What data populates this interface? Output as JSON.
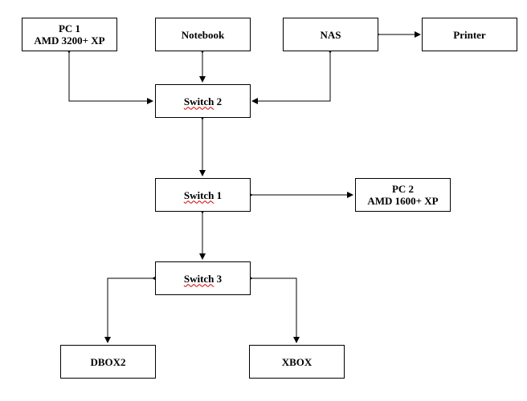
{
  "diagram": {
    "type": "network-topology",
    "nodes": {
      "pc1": {
        "line1": "PC 1",
        "line2": "AMD 3200+ XP"
      },
      "notebook": {
        "line1": "Notebook"
      },
      "nas": {
        "line1": "NAS"
      },
      "printer": {
        "line1": "Printer"
      },
      "switch2": {
        "word": "Switch",
        "num": " 2"
      },
      "switch1": {
        "word": "Switch",
        "num": " 1"
      },
      "pc2": {
        "line1": "PC 2",
        "line2": "AMD 1600+ XP"
      },
      "switch3": {
        "word": "Switch",
        "num": " 3"
      },
      "dbox2": {
        "line1": "DBOX2"
      },
      "xbox": {
        "line1": "XBOX"
      }
    },
    "edges": [
      {
        "from": "PC 1",
        "to": "Switch 2",
        "bidirectional": true
      },
      {
        "from": "Notebook",
        "to": "Switch 2",
        "bidirectional": true
      },
      {
        "from": "NAS",
        "to": "Switch 2",
        "bidirectional": true
      },
      {
        "from": "NAS",
        "to": "Printer",
        "bidirectional": true
      },
      {
        "from": "Switch 2",
        "to": "Switch 1",
        "bidirectional": true
      },
      {
        "from": "Switch 1",
        "to": "PC 2",
        "bidirectional": true
      },
      {
        "from": "Switch 1",
        "to": "Switch 3",
        "bidirectional": true
      },
      {
        "from": "Switch 3",
        "to": "DBOX2",
        "bidirectional": true
      },
      {
        "from": "Switch 3",
        "to": "XBOX",
        "bidirectional": true
      }
    ],
    "colors": {
      "line": "#000000",
      "box_border": "#000000",
      "spellcheck_underline": "#d00000"
    }
  }
}
